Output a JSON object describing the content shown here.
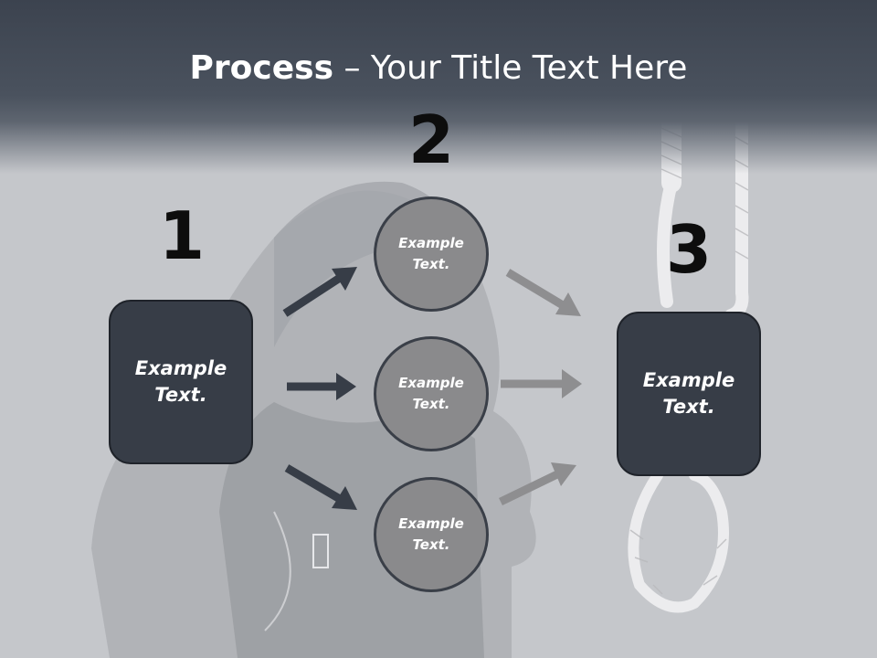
{
  "slide": {
    "title_bold": "Process",
    "title_rest": " – Your Title Text Here"
  },
  "steps": {
    "step1": {
      "number": "1",
      "text": "Example Text."
    },
    "step2": {
      "number": "2"
    },
    "step3": {
      "number": "3",
      "text": "Example Text."
    }
  },
  "circles": [
    {
      "text": "Example Text."
    },
    {
      "text": "Example Text."
    },
    {
      "text": "Example Text."
    }
  ],
  "colors": {
    "title_band": "#3c434f",
    "box_fill": "#373d47",
    "circle_fill": "#8a8a8c",
    "arrow_dark": "#373d47",
    "arrow_light": "#8e8e90",
    "number": "#0d0d0d"
  }
}
